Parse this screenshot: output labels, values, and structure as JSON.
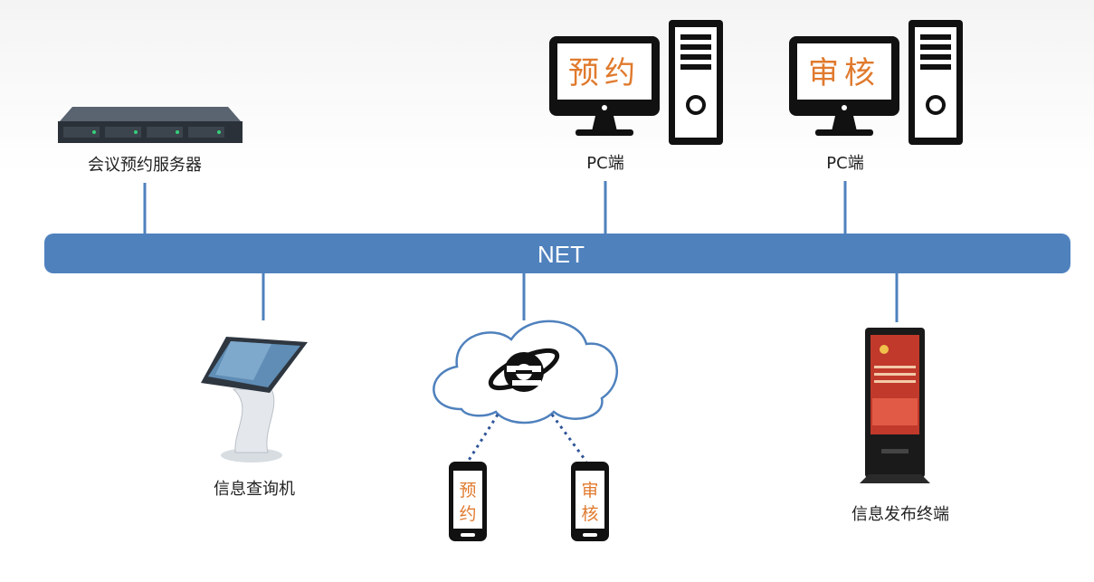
{
  "net": {
    "label": "NET",
    "color": "#4f81bd"
  },
  "nodes": {
    "server": {
      "label": "会议预约服务器"
    },
    "pc_booking": {
      "label": "PC端",
      "screen_text": "预约"
    },
    "pc_review": {
      "label": "PC端",
      "screen_text": "审核"
    },
    "kiosk": {
      "label": "信息查询机"
    },
    "signage": {
      "label": "信息发布终端"
    },
    "cloud": {
      "icon": "ie-browser-icon"
    },
    "phone_booking": {
      "line1": "预",
      "line2": "约"
    },
    "phone_review": {
      "line1": "审",
      "line2": "核"
    }
  },
  "colors": {
    "accent_text": "#e07a2e",
    "device": "#111111"
  }
}
